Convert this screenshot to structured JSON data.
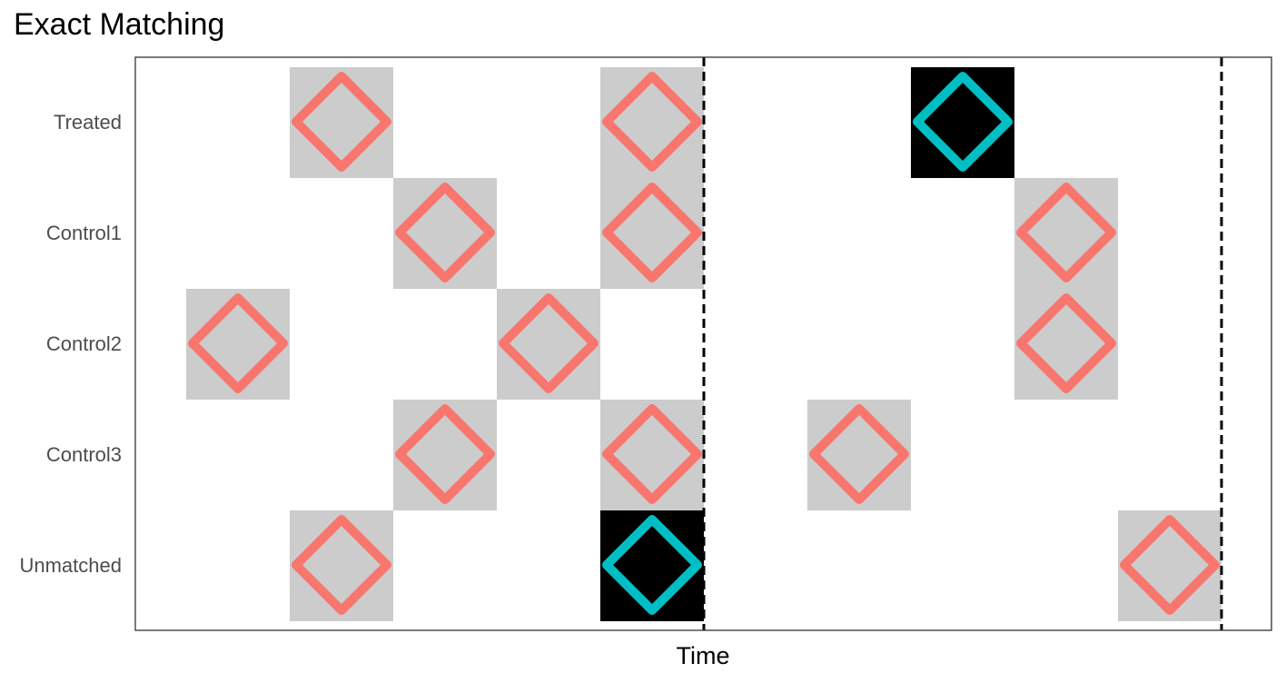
{
  "chart_data": {
    "type": "heatmap",
    "title": "Exact Matching",
    "xlabel": "Time",
    "ylabel": "",
    "rows": [
      "Treated",
      "Control1",
      "Control2",
      "Control3",
      "Unmatched"
    ],
    "n_time_periods": 11,
    "reference_times": [
      5,
      10
    ],
    "legend": "none",
    "grid": false,
    "colors": {
      "marker_untreated": "#F8766D",
      "marker_treated": "#00BFC4",
      "tile_matched": "#CCCCCC",
      "tile_treated": "#000000",
      "reference_line": "#000000"
    },
    "cells": [
      {
        "row": "Treated",
        "time": 2,
        "tile": "matched",
        "marker": "untreated"
      },
      {
        "row": "Treated",
        "time": 5,
        "tile": "matched",
        "marker": "untreated"
      },
      {
        "row": "Treated",
        "time": 8,
        "tile": "treated",
        "marker": "treated"
      },
      {
        "row": "Control1",
        "time": 3,
        "tile": "matched",
        "marker": "untreated"
      },
      {
        "row": "Control1",
        "time": 5,
        "tile": "matched",
        "marker": "untreated"
      },
      {
        "row": "Control1",
        "time": 9,
        "tile": "matched",
        "marker": "untreated"
      },
      {
        "row": "Control2",
        "time": 1,
        "tile": "matched",
        "marker": "untreated"
      },
      {
        "row": "Control2",
        "time": 4,
        "tile": "matched",
        "marker": "untreated"
      },
      {
        "row": "Control2",
        "time": 9,
        "tile": "matched",
        "marker": "untreated"
      },
      {
        "row": "Control3",
        "time": 3,
        "tile": "matched",
        "marker": "untreated"
      },
      {
        "row": "Control3",
        "time": 5,
        "tile": "matched",
        "marker": "untreated"
      },
      {
        "row": "Control3",
        "time": 7,
        "tile": "matched",
        "marker": "untreated"
      },
      {
        "row": "Unmatched",
        "time": 2,
        "tile": "matched",
        "marker": "untreated"
      },
      {
        "row": "Unmatched",
        "time": 5,
        "tile": "treated",
        "marker": "treated"
      },
      {
        "row": "Unmatched",
        "time": 10,
        "tile": "matched",
        "marker": "untreated"
      }
    ]
  }
}
